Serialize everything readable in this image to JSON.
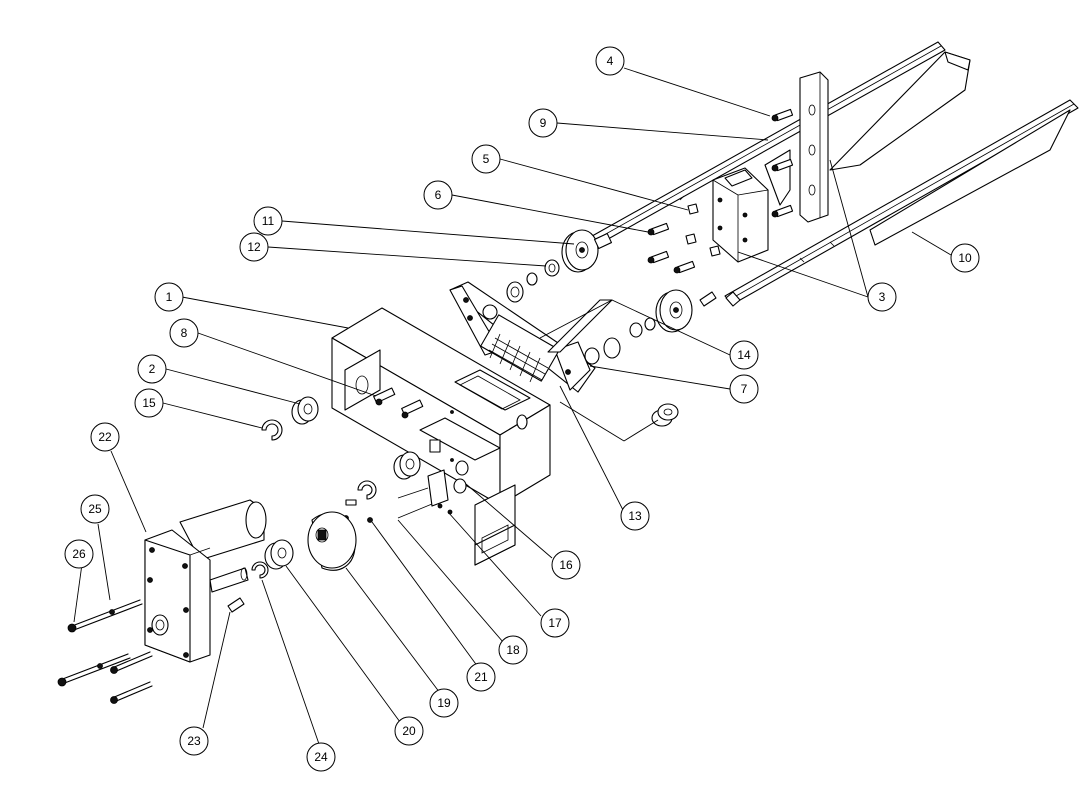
{
  "diagram": {
    "type": "exploded-assembly",
    "callouts": [
      {
        "id": "c1",
        "label": "1"
      },
      {
        "id": "c2",
        "label": "2"
      },
      {
        "id": "c3",
        "label": "3"
      },
      {
        "id": "c4",
        "label": "4"
      },
      {
        "id": "c5",
        "label": "5"
      },
      {
        "id": "c6",
        "label": "6"
      },
      {
        "id": "c7",
        "label": "7"
      },
      {
        "id": "c8",
        "label": "8"
      },
      {
        "id": "c9",
        "label": "9"
      },
      {
        "id": "c10",
        "label": "10"
      },
      {
        "id": "c11",
        "label": "11"
      },
      {
        "id": "c12",
        "label": "12"
      },
      {
        "id": "c13",
        "label": "13"
      },
      {
        "id": "c14",
        "label": "14"
      },
      {
        "id": "c15",
        "label": "15"
      },
      {
        "id": "c16",
        "label": "16"
      },
      {
        "id": "c17",
        "label": "17"
      },
      {
        "id": "c18",
        "label": "18"
      },
      {
        "id": "c19",
        "label": "19"
      },
      {
        "id": "c20",
        "label": "20"
      },
      {
        "id": "c21",
        "label": "21"
      },
      {
        "id": "c22",
        "label": "22"
      },
      {
        "id": "c23",
        "label": "23"
      },
      {
        "id": "c24",
        "label": "24"
      },
      {
        "id": "c25",
        "label": "25"
      },
      {
        "id": "c26",
        "label": "26"
      }
    ]
  }
}
